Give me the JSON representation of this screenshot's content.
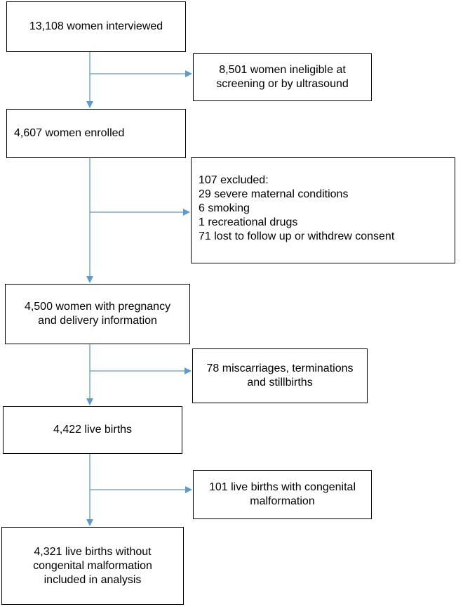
{
  "flowchart": {
    "main_steps": [
      {
        "id": "interviewed",
        "text": "13,108 women interviewed"
      },
      {
        "id": "enrolled",
        "text": "4,607 women enrolled"
      },
      {
        "id": "pregnancy-info",
        "text": "4,500 women with pregnancy\nand delivery information"
      },
      {
        "id": "live-births",
        "text": "4,422 live births"
      },
      {
        "id": "analysis",
        "text": "4,321 live births without\ncongenital malformation\nincluded in analysis"
      }
    ],
    "exclusions": [
      {
        "id": "ineligible",
        "text": "8,501 women ineligible at\nscreening or by ultrasound"
      },
      {
        "id": "excluded",
        "title": "107 excluded:",
        "items": [
          "29 severe maternal conditions",
          "6 smoking",
          "1 recreational drugs",
          "71 lost to follow up or withdrew consent"
        ]
      },
      {
        "id": "miscarriages",
        "text": "78 miscarriages, terminations\nand stillbirths"
      },
      {
        "id": "malformation",
        "text": "101 live births with congenital\nmalformation"
      }
    ],
    "colors": {
      "arrow": "#5b9bd5",
      "border": "#000000"
    }
  }
}
